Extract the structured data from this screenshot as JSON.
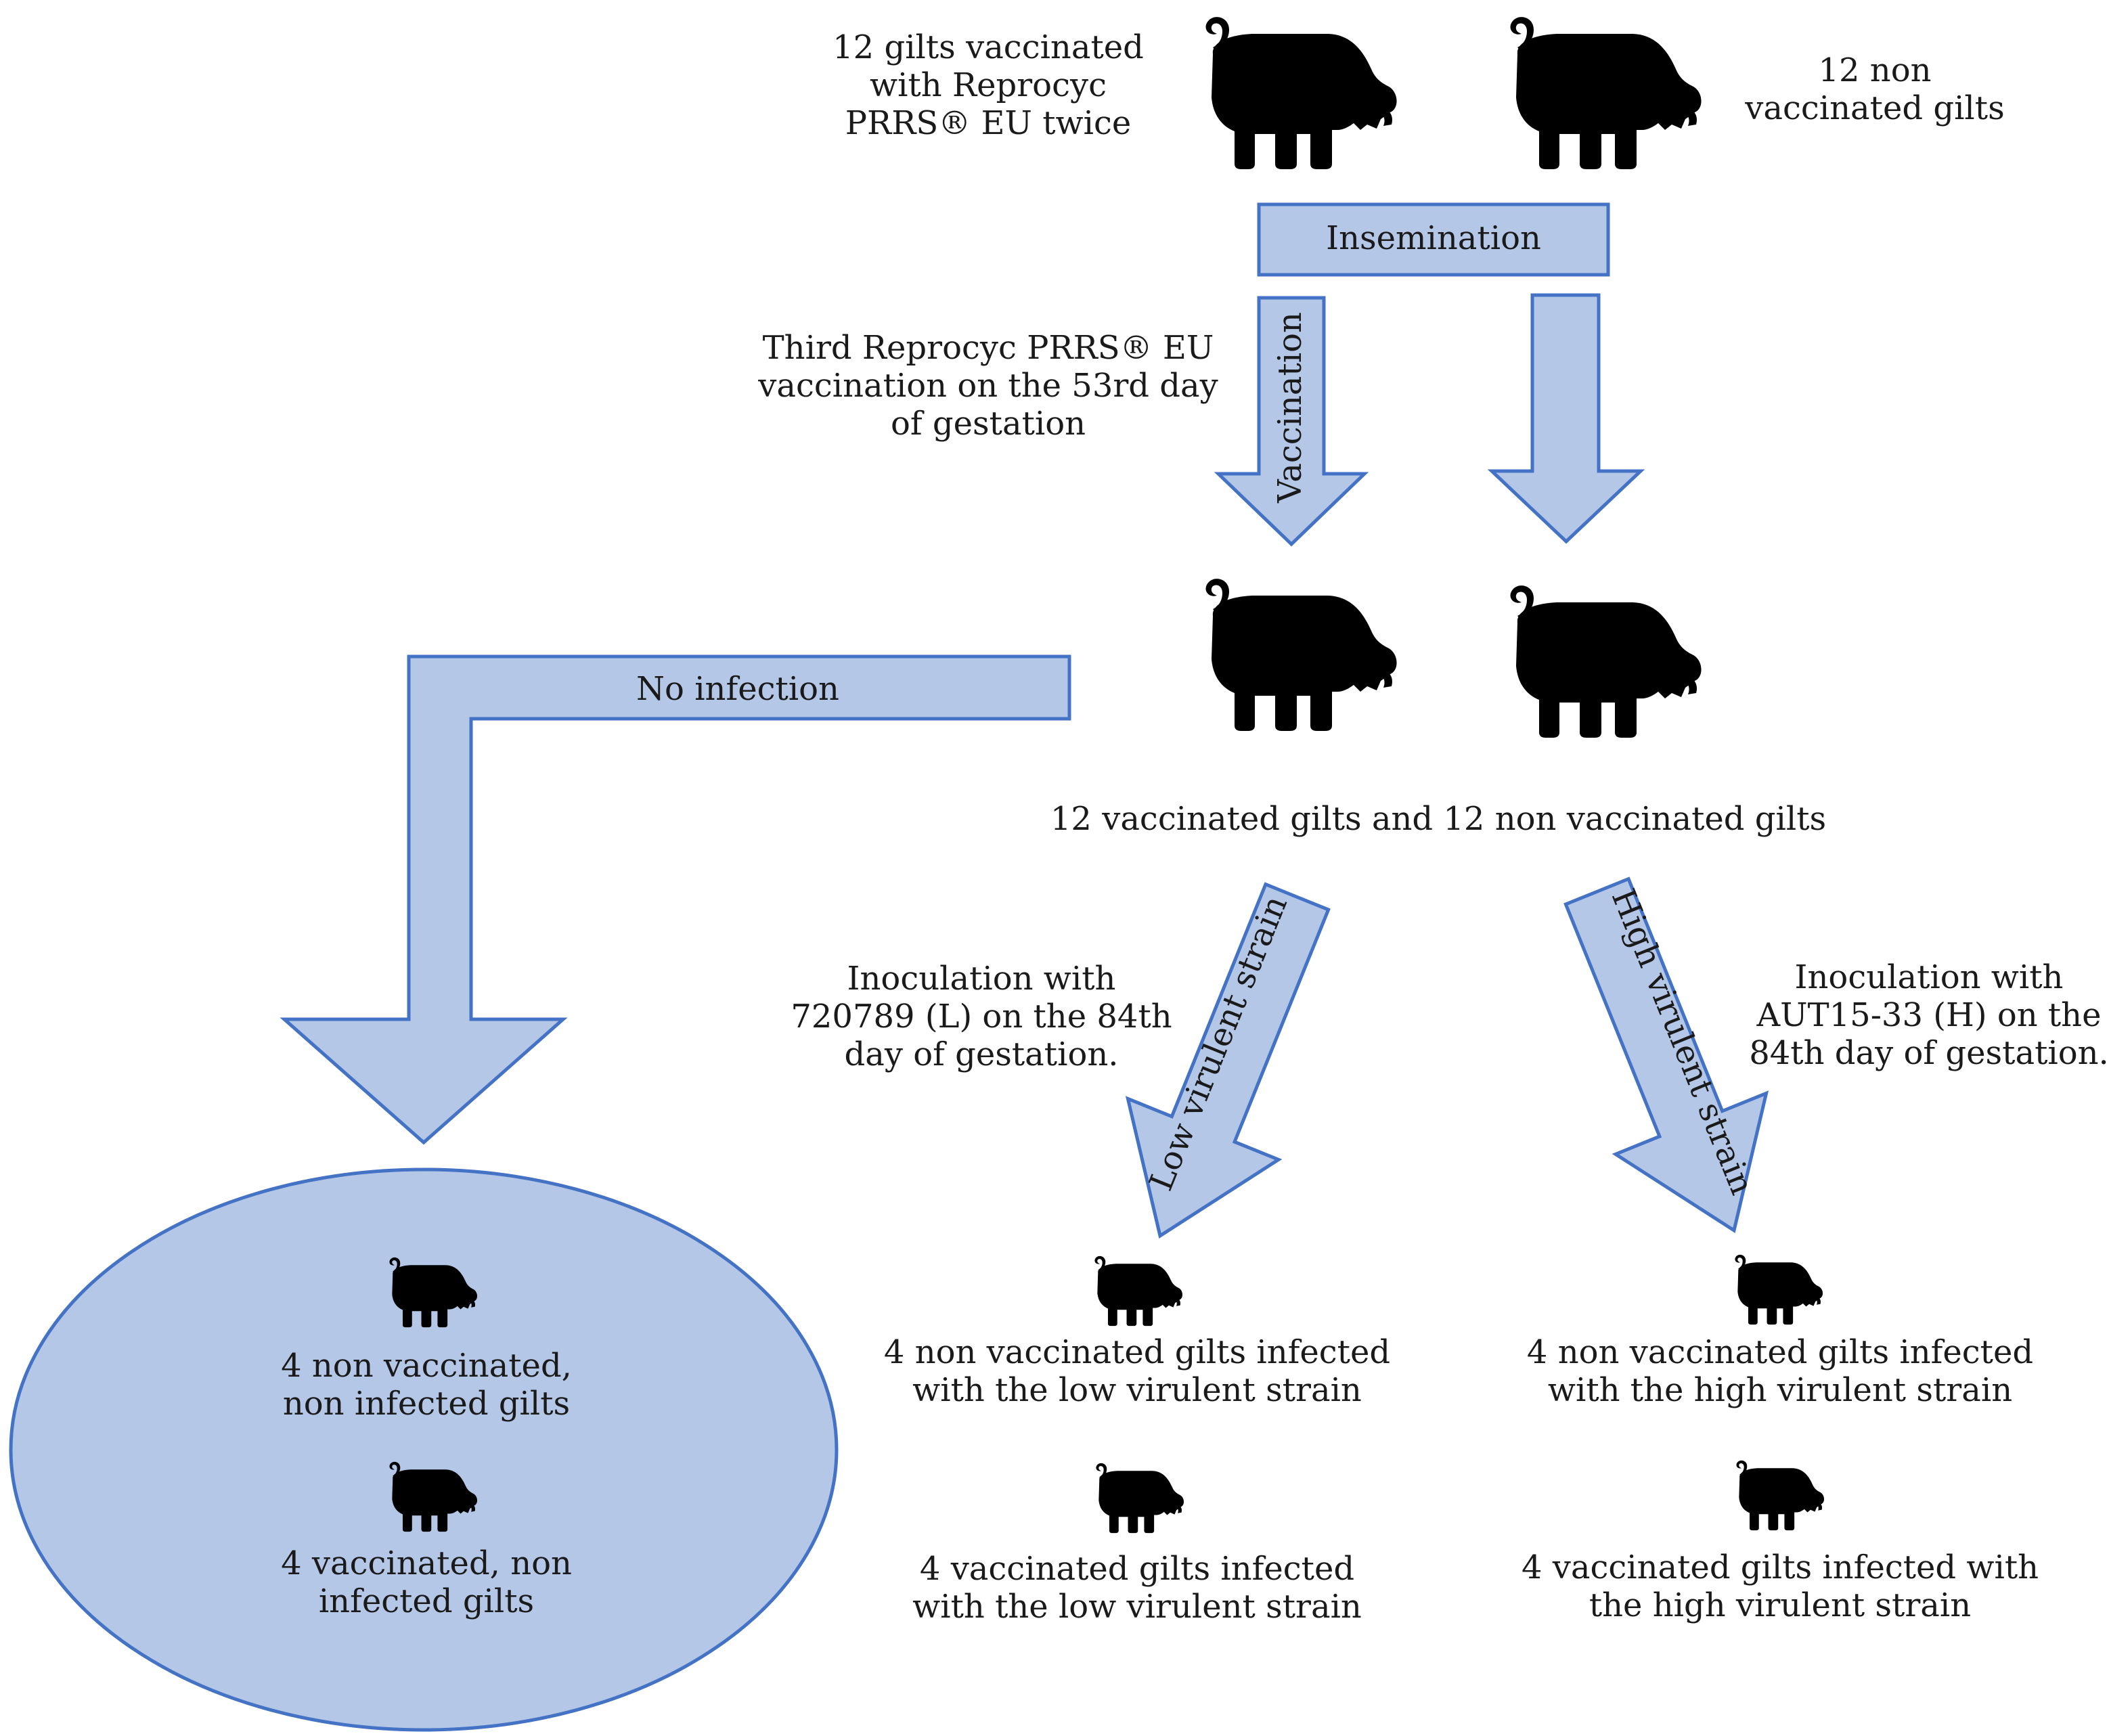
{
  "colors": {
    "shape_fill": "#b4c7e7",
    "shape_stroke": "#4472c4",
    "pig": "#000000",
    "text": "#1a1a1a"
  },
  "icons": {
    "pig": "pig-silhouette-icon"
  },
  "top": {
    "vaccinated_label": [
      "12 gilts vaccinated",
      "with Reprocyc",
      "PRRS® EU twice"
    ],
    "non_vaccinated_label": [
      "12 non",
      "vaccinated gilts"
    ]
  },
  "insemination_label": "Insemination",
  "vaccination_arrow_label": "Vaccination",
  "third_vaccination_label": [
    "Third Reprocyc PRRS® EU",
    "vaccination on the 53rd day",
    "of gestation"
  ],
  "no_infection_label": "No infection",
  "middle_group_label": "12 vaccinated gilts  and 12 non vaccinated gilts",
  "low": {
    "arrow_label": "Low virulent strain",
    "inoculation_label": [
      "Inoculation with",
      "720789 (L) on the 84th",
      "day of gestation."
    ],
    "group_non_vaccinated": [
      "4 non vaccinated gilts infected",
      "with the low virulent strain"
    ],
    "group_vaccinated": [
      "4 vaccinated gilts infected",
      "with the low virulent strain"
    ]
  },
  "high": {
    "arrow_label": "High virulent strain",
    "inoculation_label": [
      "Inoculation with",
      "AUT15-33 (H) on the",
      "84th day of gestation."
    ],
    "group_non_vaccinated": [
      "4 non vaccinated gilts infected",
      "with the high virulent strain"
    ],
    "group_vaccinated": [
      "4 vaccinated gilts infected with",
      "the high virulent strain"
    ]
  },
  "control": {
    "group_non_vaccinated": [
      "4 non vaccinated,",
      "non infected gilts"
    ],
    "group_vaccinated": [
      "4 vaccinated, non",
      "infected gilts"
    ]
  }
}
